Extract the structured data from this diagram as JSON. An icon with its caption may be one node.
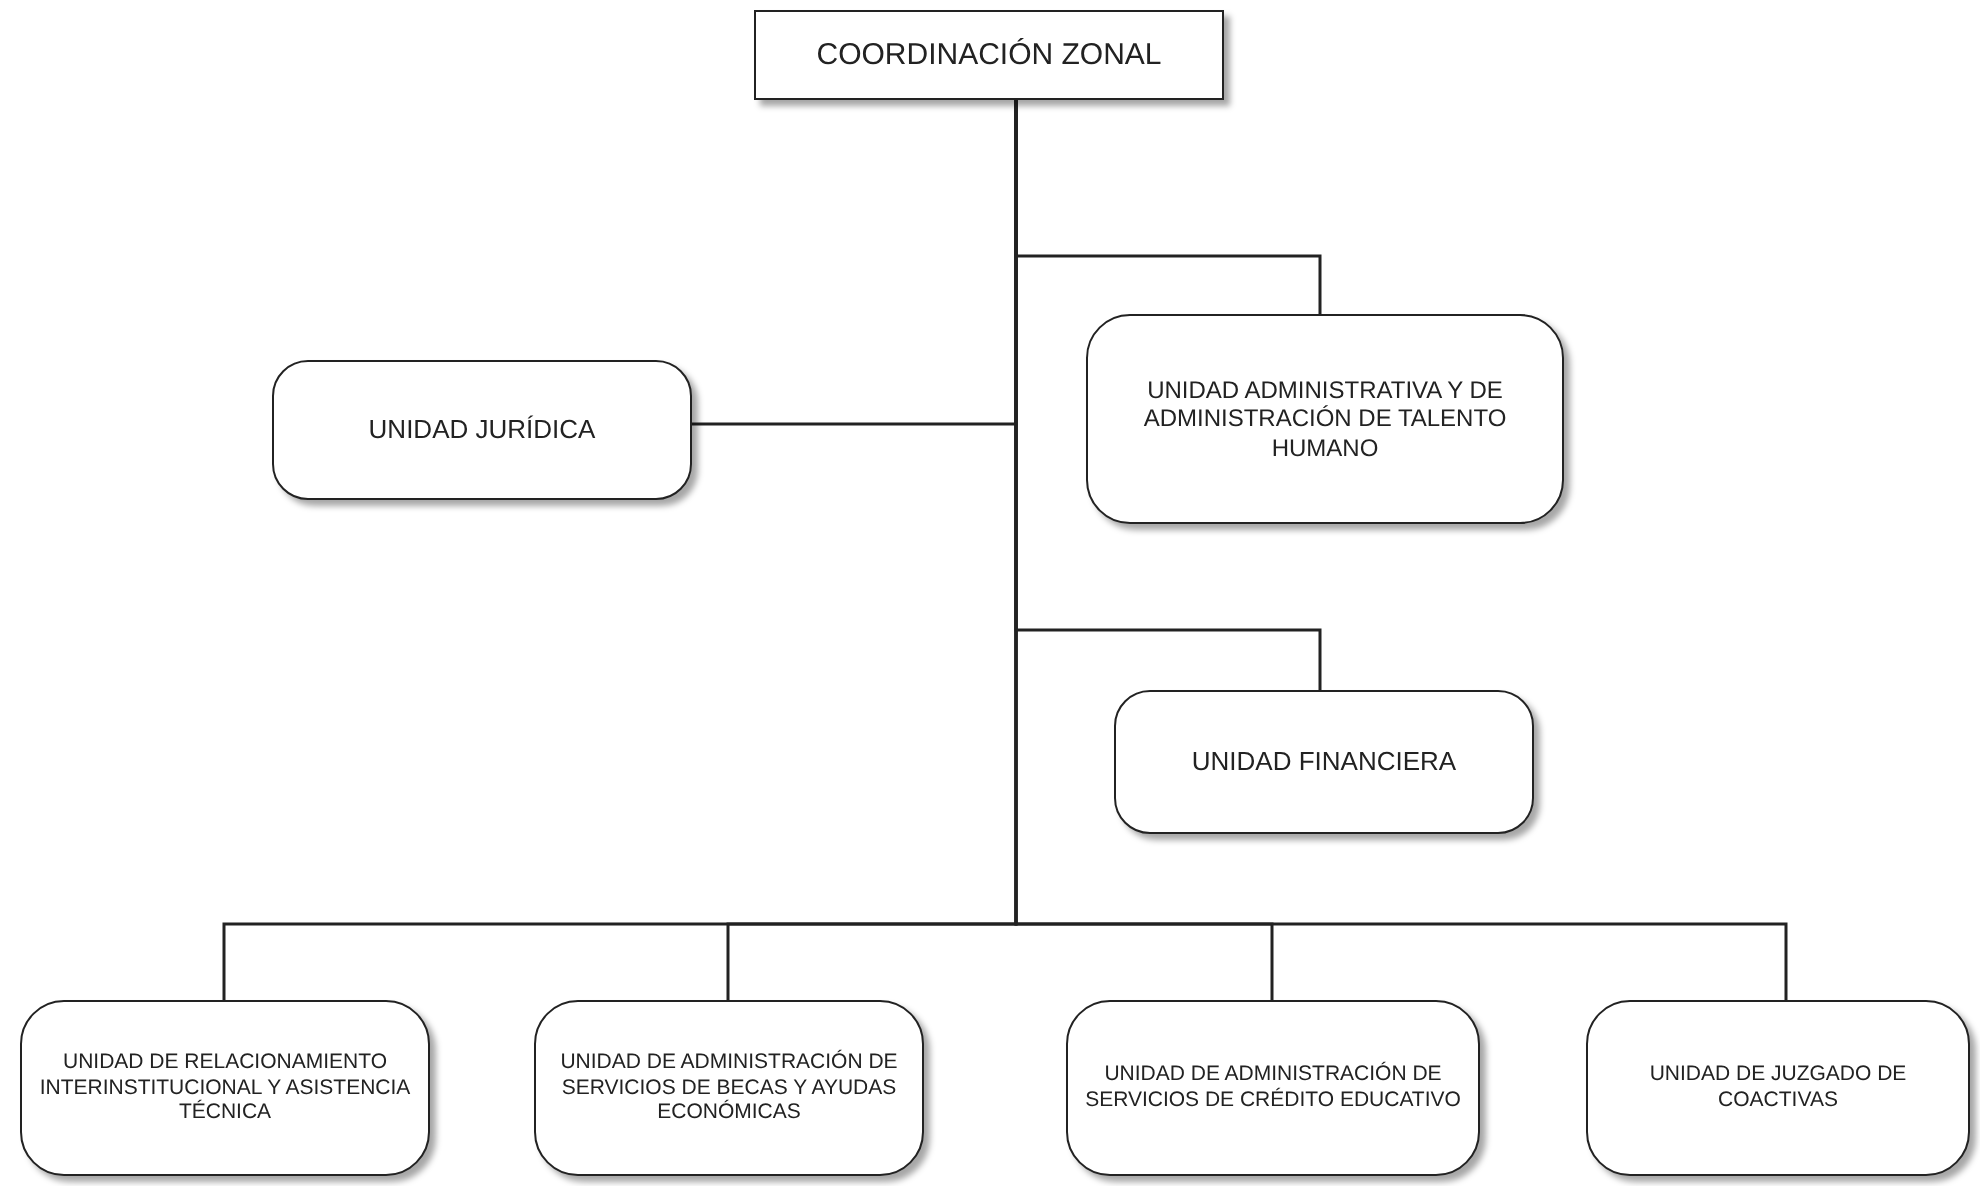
{
  "diagram": {
    "nodes": [
      {
        "text": [
          "COORDINACIÓN ZONAL"
        ]
      },
      {
        "text": [
          "UNIDAD ADMINISTRATIVA Y DE ADMINISTRACIÓN DE TALENTO HUMANO"
        ]
      },
      {
        "text": [
          "UNIDAD JURÍDICA"
        ]
      },
      {
        "text": [
          "UNIDAD FINANCIERA"
        ]
      },
      {
        "text": [
          "UNIDAD DE RELACIONAMIENTO INTERINSTITUCIONAL Y ASISTENCIA TÉCNICA"
        ]
      },
      {
        "text": [
          "UNIDAD DE ADMINISTRACIÓN DE SERVICIOS DE BECAS Y AYUDAS ECONÓMICAS"
        ]
      },
      {
        "text": [
          "UNIDAD DE ADMINISTRACIÓN DE SERVICIOS DE CRÉDITO EDUCATIVO"
        ]
      },
      {
        "text": [
          "UNIDAD DE JUZGADO DE COACTIVAS"
        ]
      }
    ],
    "edges": [
      {
        "from": 0,
        "to": 1,
        "arrow": "none"
      },
      {
        "from": 0,
        "to": 2,
        "arrow": "none"
      },
      {
        "from": 0,
        "to": 3,
        "arrow": "none"
      },
      {
        "from": 0,
        "to": 4,
        "arrow": "none"
      },
      {
        "from": 0,
        "to": 5,
        "arrow": "none"
      },
      {
        "from": 0,
        "to": 6,
        "arrow": "none"
      },
      {
        "from": 0,
        "to": 7,
        "arrow": "none"
      }
    ]
  }
}
